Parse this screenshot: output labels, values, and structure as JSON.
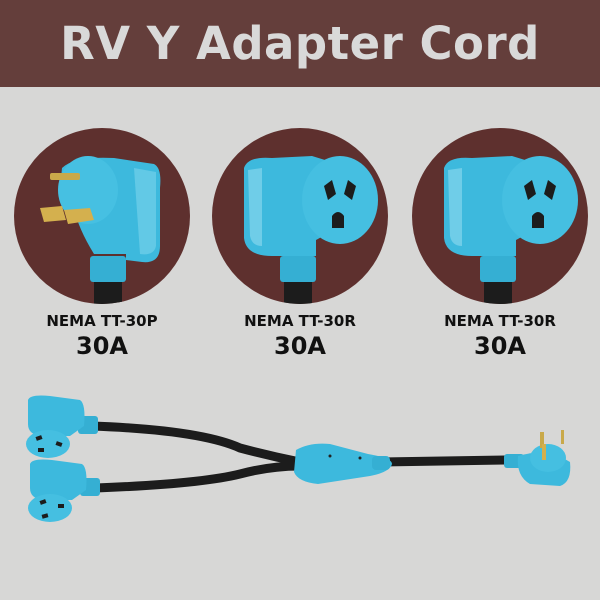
{
  "title": "RV Y Adapter Cord",
  "colors": {
    "banner": "#643e3b",
    "background": "#d7d7d6",
    "circle": "#5e302e",
    "plug_body": "#3db9dd",
    "cable": "#1c1c1c",
    "title_text": "#d9d9d9"
  },
  "connectors": [
    {
      "name": "NEMA TT-30P",
      "rating": "30A",
      "type": "plug",
      "icon": "plug-male-icon"
    },
    {
      "name": "NEMA TT-30R",
      "rating": "30A",
      "type": "receptacle",
      "icon": "plug-female-icon"
    },
    {
      "name": "NEMA TT-30R",
      "rating": "30A",
      "type": "receptacle",
      "icon": "plug-female-icon"
    }
  ],
  "product_image": {
    "description": "Y splitter cord with two TT-30R receptacles and one TT-30P plug"
  }
}
